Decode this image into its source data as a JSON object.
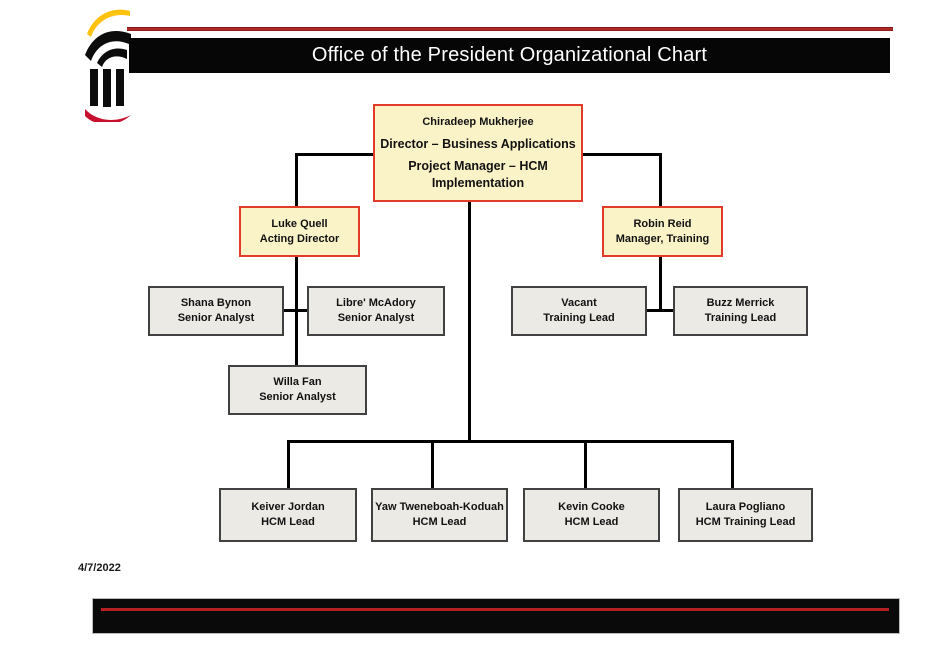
{
  "header": {
    "title": "Office of the President Organizational Chart"
  },
  "colors": {
    "header_bar": "#060606",
    "rule_red": "#B22A26",
    "footer_rule_red": "#B61F24",
    "node_yellow_fill": "#FBF3C8",
    "node_red_border": "#E23B2A",
    "node_gray_fill": "#ECEAE4",
    "logo_yellow": "#FFC20E",
    "logo_red": "#C8102E"
  },
  "org": {
    "root": {
      "name": "Chiradeep Mukherjee",
      "roles": [
        "Director – Business Applications",
        "Project Manager – HCM Implementation"
      ]
    },
    "nodes": [
      {
        "name": "Luke Quell",
        "role": "Acting Director"
      },
      {
        "name": "Robin Reid",
        "role": "Manager, Training"
      },
      {
        "name": "Shana Bynon",
        "role": "Senior Analyst"
      },
      {
        "name": "Libre' McAdory",
        "role": "Senior Analyst"
      },
      {
        "name": "Willa Fan",
        "role": "Senior Analyst"
      },
      {
        "name": "Vacant",
        "role": "Training Lead"
      },
      {
        "name": "Buzz Merrick",
        "role": "Training Lead"
      },
      {
        "name": "Keiver Jordan",
        "role": "HCM Lead"
      },
      {
        "name": "Yaw Tweneboah-Koduah",
        "role": "HCM Lead"
      },
      {
        "name": "Kevin Cooke",
        "role": "HCM Lead"
      },
      {
        "name": "Laura Pogliano",
        "role": "HCM Training Lead"
      }
    ]
  },
  "footer": {
    "date": "4/7/2022"
  }
}
